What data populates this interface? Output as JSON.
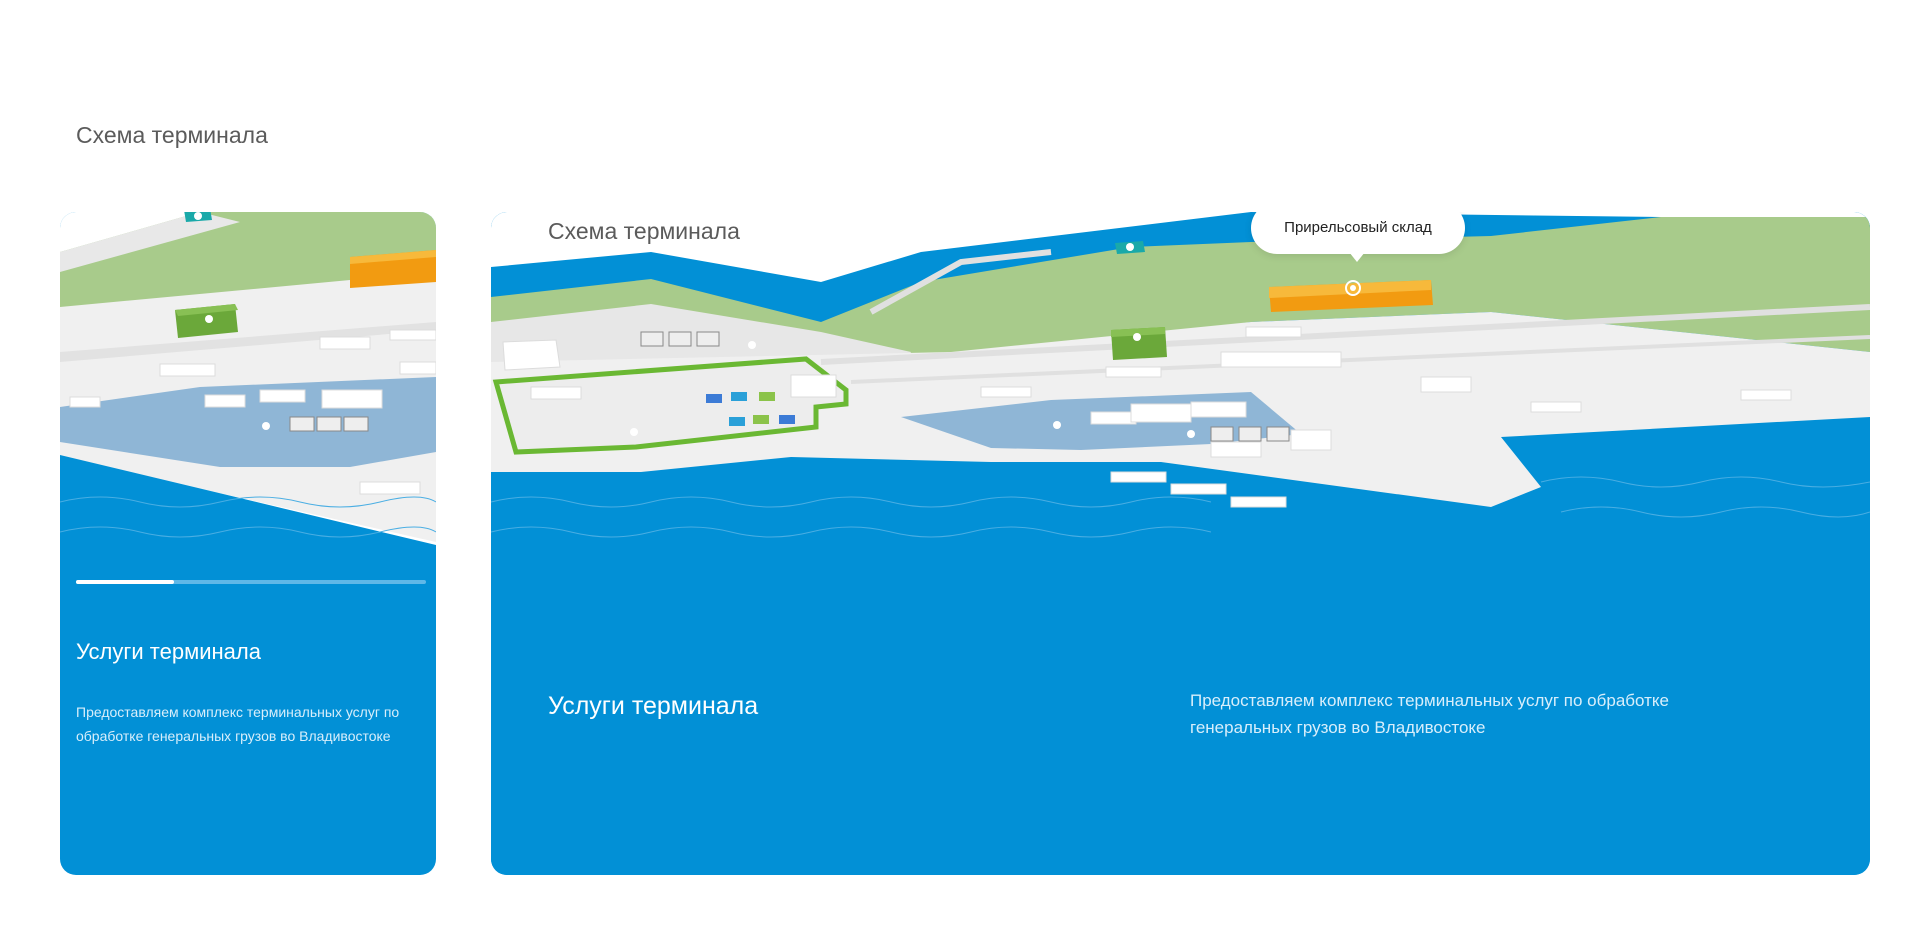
{
  "page": {
    "title": "Схема терминала"
  },
  "mobile_card": {
    "progress": 0.28,
    "services_title": "Услуги терминала",
    "services_desc": "Предоставляем комплекс терминальных услуг по обработке генеральных грузов во Владивостоке"
  },
  "desktop_card": {
    "map_title": "Схема терминала",
    "tooltip": "Прирельсовый склад",
    "services_title": "Услуги терминала",
    "services_desc": "Предоставляем комплекс терминальных услуг по обработке генеральных грузов во Владивостоке"
  },
  "colors": {
    "sea": "#0290d6",
    "hill": "#a8cb8b",
    "ground": "#f0f0f0",
    "yard": "#8fb6d6",
    "warehouse_orange": "#f29b11",
    "warehouse_green": "#6ba83a",
    "highlight_green": "#6ab833",
    "marker_teal": "#1aa9a9"
  },
  "icons": [
    "location-marker-icon",
    "map-pin-icon",
    "truck-icon",
    "car-icon"
  ]
}
